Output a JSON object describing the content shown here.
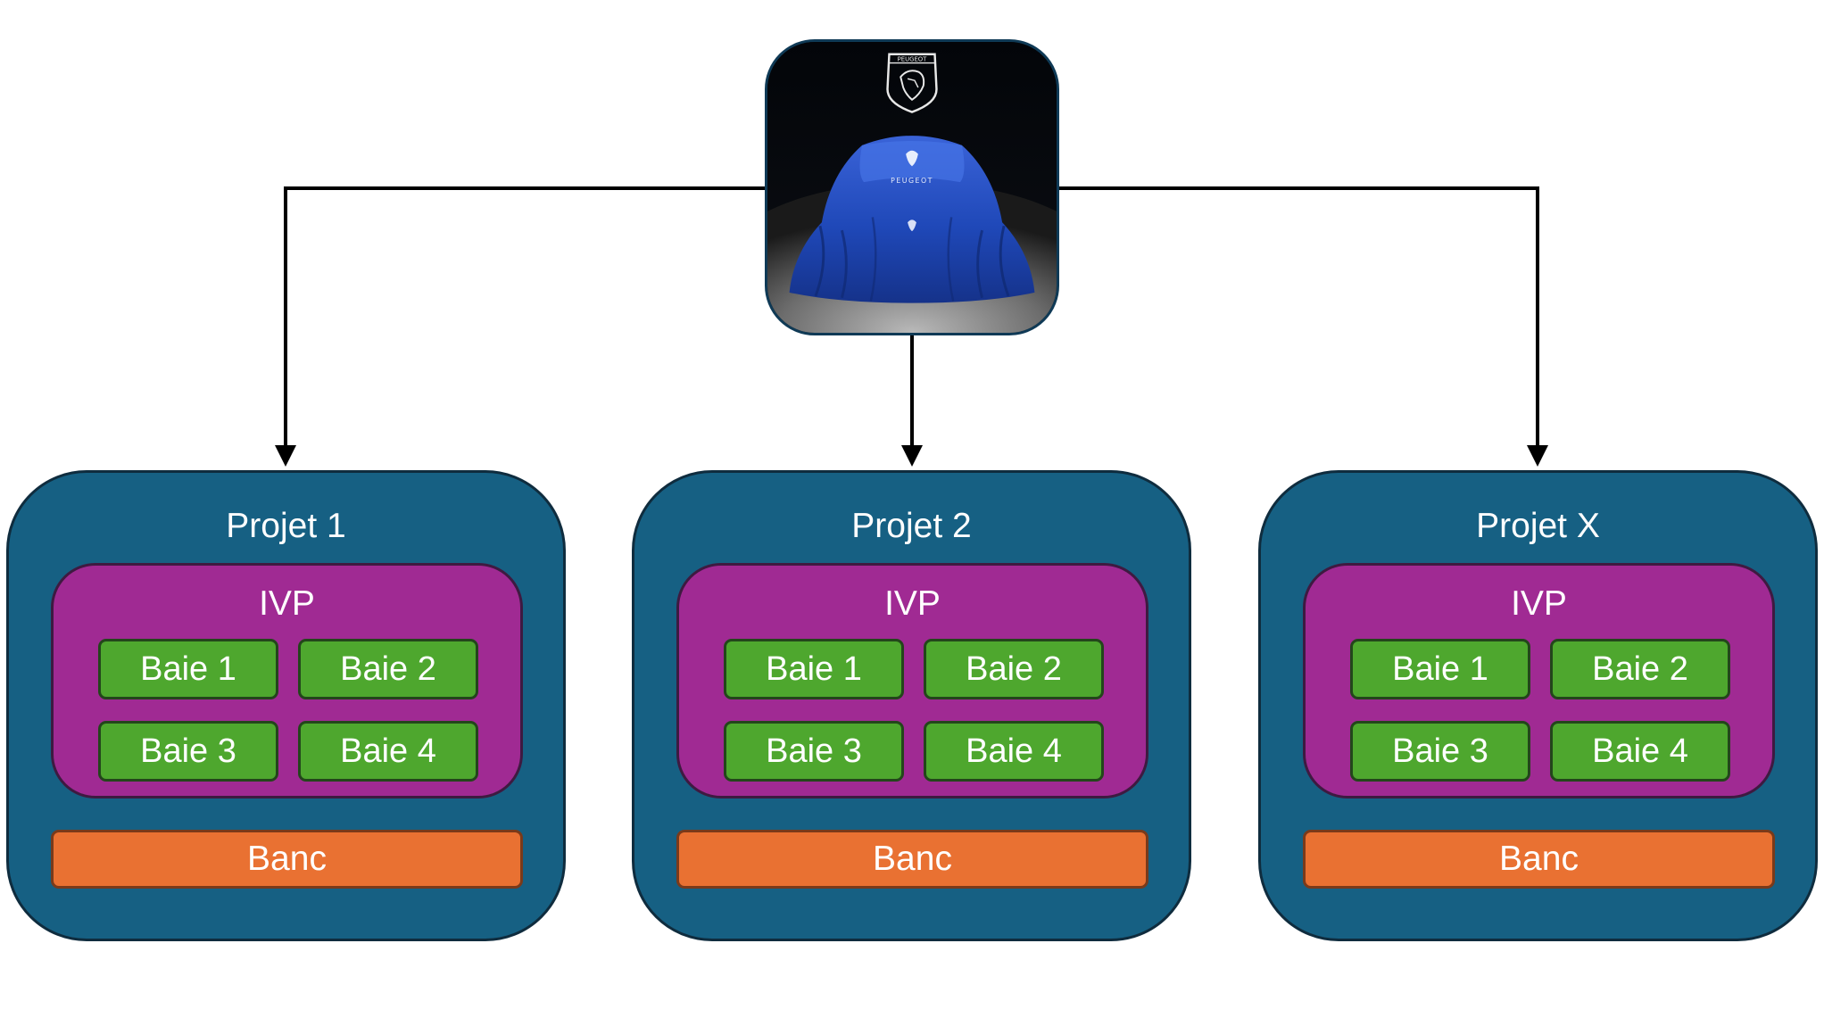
{
  "top_node": {
    "image": "peugeot-covered-car-photo",
    "logo_text": "PEUGEOT",
    "cover_text": "PEUGEOT"
  },
  "projects": [
    {
      "title": "Projet 1",
      "ivp_label": "IVP",
      "baies": [
        "Baie 1",
        "Baie 2",
        "Baie 3",
        "Baie 4"
      ],
      "banc_label": "Banc"
    },
    {
      "title": "Projet 2",
      "ivp_label": "IVP",
      "baies": [
        "Baie 1",
        "Baie 2",
        "Baie 3",
        "Baie 4"
      ],
      "banc_label": "Banc"
    },
    {
      "title": "Projet X",
      "ivp_label": "IVP",
      "baies": [
        "Baie 1",
        "Baie 2",
        "Baie 3",
        "Baie 4"
      ],
      "banc_label": "Banc"
    }
  ],
  "colors": {
    "project": "#166083",
    "ivp": "#a02a93",
    "baie": "#4ea72e",
    "banc": "#e97132",
    "connector": "#000000"
  }
}
